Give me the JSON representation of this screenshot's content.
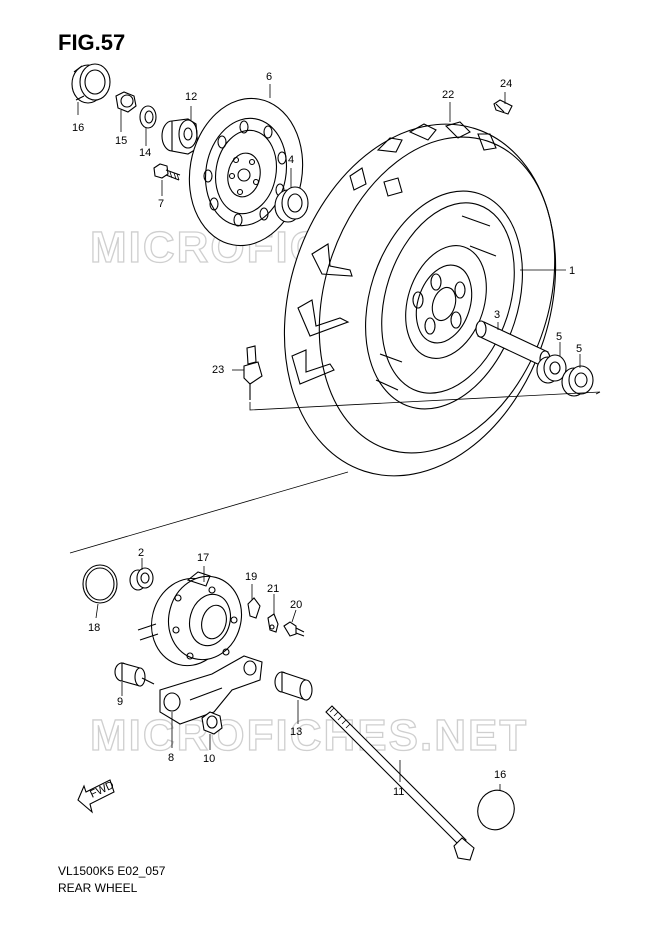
{
  "figure": {
    "title": "FIG.57"
  },
  "footer": {
    "model_code": "VL1500K5 E02_057",
    "section_name": "REAR WHEEL"
  },
  "watermark": {
    "text": "MICROFICHES.NET"
  },
  "direction_arrow": {
    "label": "FWD"
  },
  "callouts": [
    {
      "id": "16a",
      "number": "16"
    },
    {
      "id": "15",
      "number": "15"
    },
    {
      "id": "14",
      "number": "14"
    },
    {
      "id": "12",
      "number": "12"
    },
    {
      "id": "6",
      "number": "6"
    },
    {
      "id": "7",
      "number": "7"
    },
    {
      "id": "4",
      "number": "4"
    },
    {
      "id": "24",
      "number": "24"
    },
    {
      "id": "22",
      "number": "22"
    },
    {
      "id": "1",
      "number": "1"
    },
    {
      "id": "3",
      "number": "3"
    },
    {
      "id": "5a",
      "number": "5"
    },
    {
      "id": "5b",
      "number": "5"
    },
    {
      "id": "23",
      "number": "23"
    },
    {
      "id": "2",
      "number": "2"
    },
    {
      "id": "17",
      "number": "17"
    },
    {
      "id": "19",
      "number": "19"
    },
    {
      "id": "21",
      "number": "21"
    },
    {
      "id": "20",
      "number": "20"
    },
    {
      "id": "18",
      "number": "18"
    },
    {
      "id": "9",
      "number": "9"
    },
    {
      "id": "8",
      "number": "8"
    },
    {
      "id": "10",
      "number": "10"
    },
    {
      "id": "13",
      "number": "13"
    },
    {
      "id": "11",
      "number": "11"
    },
    {
      "id": "16b",
      "number": "16"
    }
  ]
}
